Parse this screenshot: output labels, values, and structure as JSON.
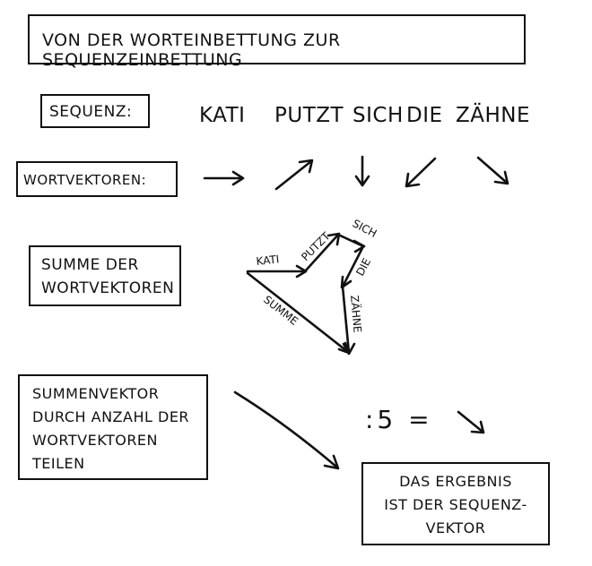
{
  "title": "VON DER WORTEINBETTUNG ZUR SEQUENZEINBETTUNG",
  "sequence_label": "SEQUENZ:",
  "words": [
    "KATI",
    "PUTZT",
    "SICH",
    "DIE",
    "ZÄHNE"
  ],
  "word_vectors_label": "WORTVEKTOREN:",
  "sum_label": [
    "SUMME DER",
    "WORTVEKTOREN"
  ],
  "sum_arrow_label": "SUMME",
  "divide_label": [
    "SUMMENVEKTOR",
    "DURCH ANZAHL DER",
    "WORTVEKTOREN",
    "TEILEN"
  ],
  "operation": ":5 =",
  "result_label": [
    "DAS ERGEBNIS",
    "IST DER SEQUENZ-",
    "VEKTOR"
  ]
}
